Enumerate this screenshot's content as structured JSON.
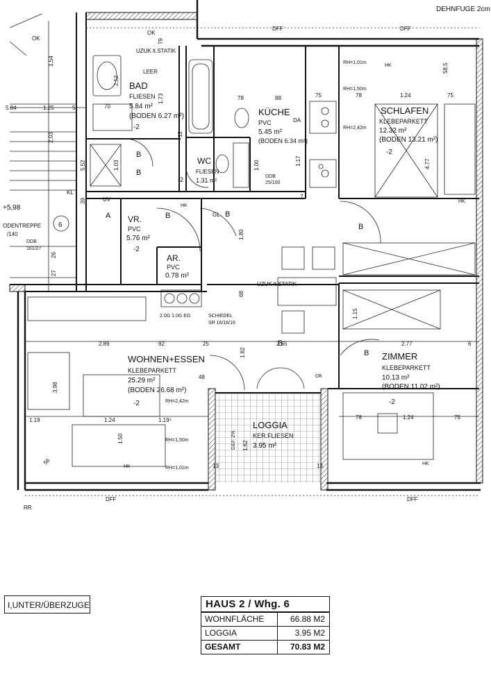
{
  "header": {
    "note": "DEHNFUGE 2cm"
  },
  "labels": {
    "dff": "DFF",
    "hk": "HK",
    "ok": "OK",
    "rr": "RR",
    "kl": "KL",
    "b": "B",
    "a": "A",
    "gl": "GL",
    "leer": "LEER",
    "da": "DA",
    "uv": "UV",
    "uzuk": "UZUK lt.STATIK",
    "level": "+5,98",
    "stair": "ODENTREPPE",
    "stair_dim": "/140",
    "ddb_left": "DDB",
    "ddb_left_dim": "161/27",
    "ddb_wc": "DDB",
    "ddb_wc_dim": "25/100",
    "unit_no": "6",
    "appliances": "2.0G 1.0G EG",
    "shaft": "SCHIEDEL",
    "shaft_dim": "SR 16/16/16",
    "gef": "GEF. 2%",
    "rh1": "RH=1,01m",
    "rh2": "RH=1,50m",
    "rh3": "RH=2,42m"
  },
  "rooms": {
    "bad": {
      "name": "BAD",
      "floor": "FLIESEN",
      "area": "5.84 m²",
      "boden": "(BODEN 6.27 m²)",
      "tag": "-2"
    },
    "kueche": {
      "name": "KÜCHE",
      "floor": "PVC",
      "area": "5.45 m²",
      "boden": "(BODEN 6.34 m²)"
    },
    "schlafen": {
      "name": "SCHLAFEN",
      "floor": "KLEBEPARKETT",
      "area": "12.32 m²",
      "boden": "(BODEN 13.21 m²)",
      "tag": "-2"
    },
    "wc": {
      "name": "WC",
      "floor": "FLIESEN",
      "area": "1.31 m²",
      "tag": "-2"
    },
    "vr": {
      "name": "VR.",
      "floor": "PVC",
      "area": "5.76 m²",
      "tag": "-2"
    },
    "ar": {
      "name": "AR.",
      "floor": "PVC",
      "area": "0.78 m²"
    },
    "wohnen": {
      "name": "WOHNEN+ESSEN",
      "floor": "KLEBEPARKETT",
      "area": "25.29 m²",
      "boden": "(BODEN 26.68 m²)",
      "tag": "-2"
    },
    "loggia": {
      "name": "LOGGIA",
      "floor": "KER.FLIESEN",
      "area": "3.95 m²"
    },
    "zimmer": {
      "name": "ZIMMER",
      "floor": "KLEBEPARKETT",
      "area": "10.13 m²",
      "boden": "(BODEN 11.02 m²)",
      "tag": "-2"
    }
  },
  "dims": {
    "d154": "1.54",
    "d584": "5.84",
    "d125": "1.25",
    "d5": "5",
    "d203": "2.03",
    "d552": "5,52",
    "d70": "70",
    "d252": "2.52",
    "d173": "1.73",
    "d79": "79",
    "d12": "12",
    "d7": "7",
    "d78": "78",
    "d88": "88",
    "d75": "75",
    "d124": "1.24",
    "d585": "58.5",
    "d117": "1.17",
    "d100": "1.00",
    "d477": "4.77",
    "d289": "2.89",
    "d92": "92",
    "d25": "25",
    "d265": "2.65",
    "d277": "2.77",
    "d6": "6",
    "d398": "3.98",
    "d119": "1.19",
    "d1195": "1.19⁵",
    "d150": "1.50",
    "d182": "1.82",
    "d48": "48",
    "d115": "1.15",
    "d13": "13",
    "d162": "1.62",
    "d180": "1.80",
    "d68": "68",
    "d39": "39",
    "d26": "26",
    "d27": "27",
    "d103": "1.03",
    "d56": "56"
  },
  "legend": {
    "text": "I,UNTER/ÜBERZUGE"
  },
  "summary": {
    "title": "HAUS 2 / Whg. 6",
    "rows": [
      {
        "label": "WOHNFLÄCHE",
        "value": "66.88 M2"
      },
      {
        "label": "LOGGIA",
        "value": "3.95 M2"
      }
    ],
    "total": {
      "label": "GESAMT",
      "value": "70.83 M2"
    }
  }
}
